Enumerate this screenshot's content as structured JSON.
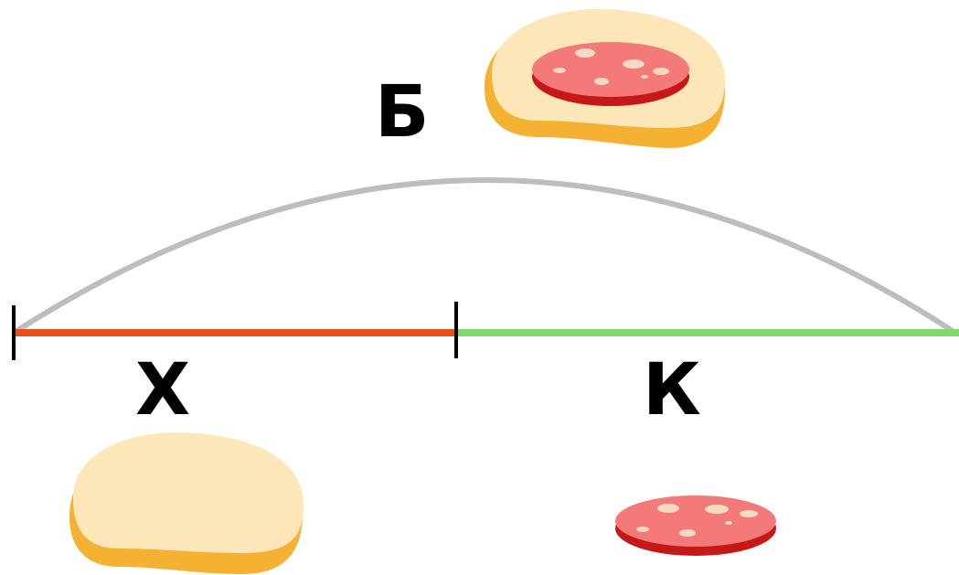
{
  "labels": {
    "whole": "Б",
    "left_part": "Х",
    "right_part": "К"
  },
  "icons": {
    "whole": "sandwich-icon",
    "left_part": "bread-slice-icon",
    "right_part": "sausage-slice-icon"
  },
  "colors": {
    "arc": "#bdbdbd",
    "left_segment": "#e8501a",
    "right_segment": "#7ed96a",
    "bread_top": "#fde6b8",
    "bread_crust": "#f5b132",
    "sausage_top": "#f47a7a",
    "sausage_edge": "#c71818",
    "sausage_fat": "#f6d9c2"
  }
}
